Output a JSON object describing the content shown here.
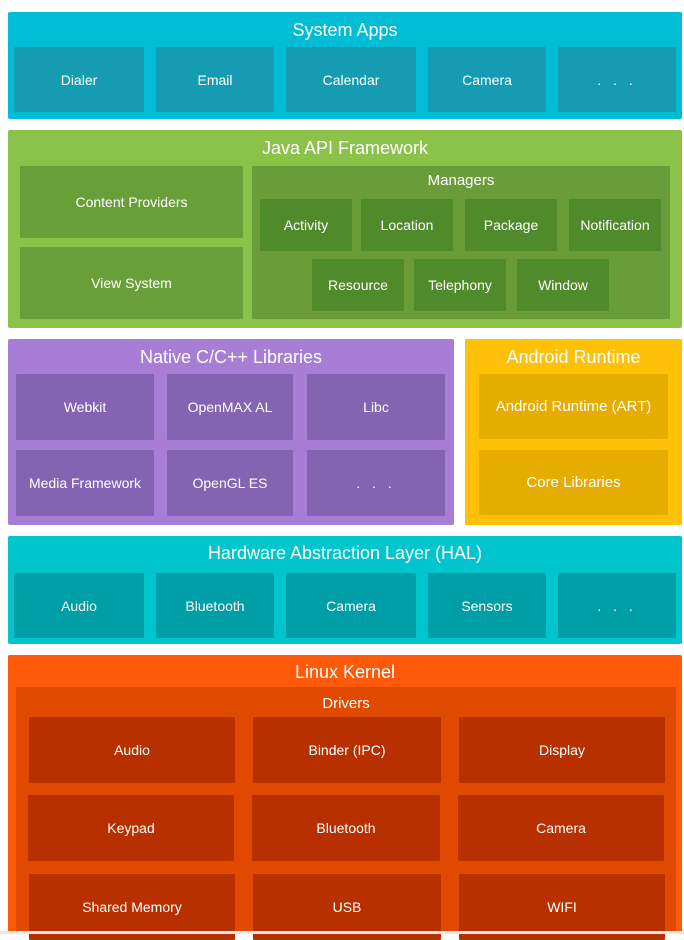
{
  "system_apps": {
    "title": "System Apps",
    "items": [
      "Dialer",
      "Email",
      "Calendar",
      "Camera",
      ". . ."
    ]
  },
  "java_api": {
    "title": "Java API Framework",
    "content_providers": "Content Providers",
    "view_system": "View System",
    "managers": {
      "title": "Managers",
      "row1": [
        "Activity",
        "Location",
        "Package",
        "Notification"
      ],
      "row2": [
        "Resource",
        "Telephony",
        "Window"
      ]
    }
  },
  "native_libs": {
    "title": "Native C/C++ Libraries",
    "items": [
      "Webkit",
      "OpenMAX AL",
      "Libc",
      "Media Framework",
      "OpenGL ES",
      ". . ."
    ]
  },
  "android_runtime": {
    "title": "Android Runtime",
    "items": [
      "Android Runtime (ART)",
      "Core Libraries"
    ]
  },
  "hal": {
    "title": "Hardware Abstraction Layer (HAL)",
    "items": [
      "Audio",
      "Bluetooth",
      "Camera",
      "Sensors",
      ". . ."
    ]
  },
  "linux_kernel": {
    "title": "Linux Kernel",
    "drivers_title": "Drivers",
    "drivers": [
      "Audio",
      "Binder (IPC)",
      "Display",
      "Keypad",
      "Bluetooth",
      "Camera",
      "Shared Memory",
      "USB",
      "WIFI"
    ]
  },
  "colors": {
    "system_apps": "#00bcd4",
    "java_api": "#8bc34a",
    "native_libs": "#a87dd6",
    "android_runtime": "#ffc107",
    "hal": "#00c5cc",
    "linux_kernel": "#ff5a0a"
  }
}
